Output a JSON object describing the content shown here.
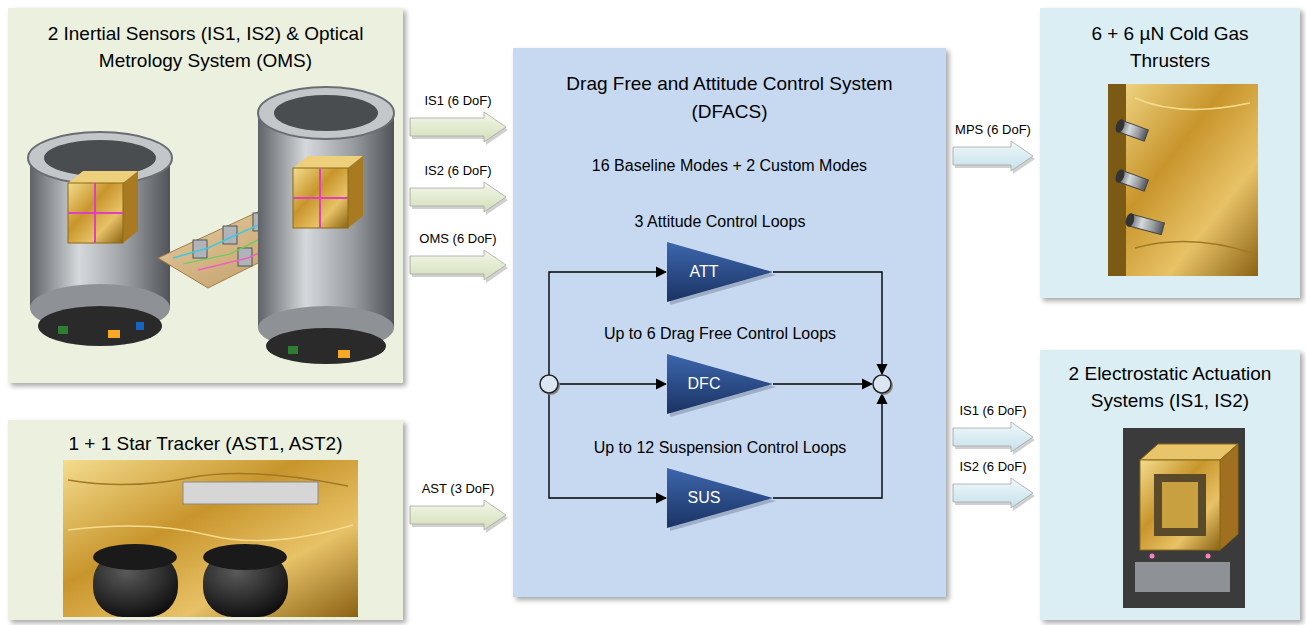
{
  "diagram": {
    "nodes": [
      {
        "text": [
          "2 Inertial Sensors (IS1, IS2) & Optical Metrology System (OMS)"
        ]
      },
      {
        "text": [
          "1 + 1 Star Tracker (AST1, AST2)"
        ]
      },
      {
        "text": [
          "Drag Free and Attitude Control System (DFACS)",
          "16 Baseline Modes + 2 Custom Modes"
        ]
      },
      {
        "text": [
          "3 Attitude Control Loops",
          "ATT"
        ],
        "in": 2
      },
      {
        "text": [
          "Up to 6 Drag Free Control Loops",
          "DFC"
        ],
        "in": 2
      },
      {
        "text": [
          "Up to 12 Suspension Control Loops",
          "SUS"
        ],
        "in": 2
      },
      {
        "text": [
          "6 + 6 µN Cold Gas Thrusters"
        ]
      },
      {
        "text": [
          "2 Electrostatic Actuation Systems (IS1, IS2)"
        ]
      }
    ],
    "edges": [
      {
        "from": 0,
        "to": 2,
        "label": "IS1 (6 DoF)",
        "arrow": "to"
      },
      {
        "from": 0,
        "to": 2,
        "label": "IS2 (6 DoF)",
        "arrow": "to"
      },
      {
        "from": 0,
        "to": 2,
        "label": "OMS (6 DoF)",
        "arrow": "to"
      },
      {
        "from": 1,
        "to": 2,
        "label": "AST (3 DoF)",
        "arrow": "to"
      },
      {
        "from": 2,
        "to": 6,
        "label": "MPS (6 DoF)",
        "arrow": "to"
      },
      {
        "from": 2,
        "to": 7,
        "label": "IS1 (6 DoF)",
        "arrow": "to"
      },
      {
        "from": 2,
        "to": 7,
        "label": "IS2 (6 DoF)",
        "arrow": "to"
      }
    ]
  }
}
